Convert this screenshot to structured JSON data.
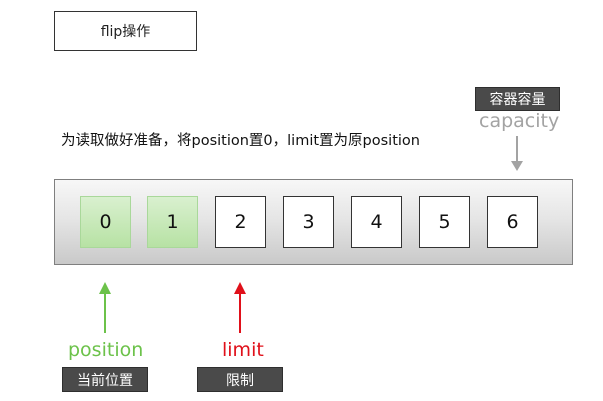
{
  "title": "flip操作",
  "description": "为读取做好准备，将position置0，limit置为原position",
  "buffer": {
    "cells": [
      "0",
      "1",
      "2",
      "3",
      "4",
      "5",
      "6"
    ],
    "read_ready_count": 2
  },
  "pointers": {
    "capacity": {
      "label": "capacity",
      "tag": "容器容量",
      "color": "#a3a3a3"
    },
    "position": {
      "label": "position",
      "tag": "当前位置",
      "color": "#6cc24a"
    },
    "limit": {
      "label": "limit",
      "tag": "限制",
      "color": "#e0101a"
    }
  },
  "colors": {
    "read_cell": "#b7e2a4",
    "tag_background": "#4a4a4a"
  }
}
